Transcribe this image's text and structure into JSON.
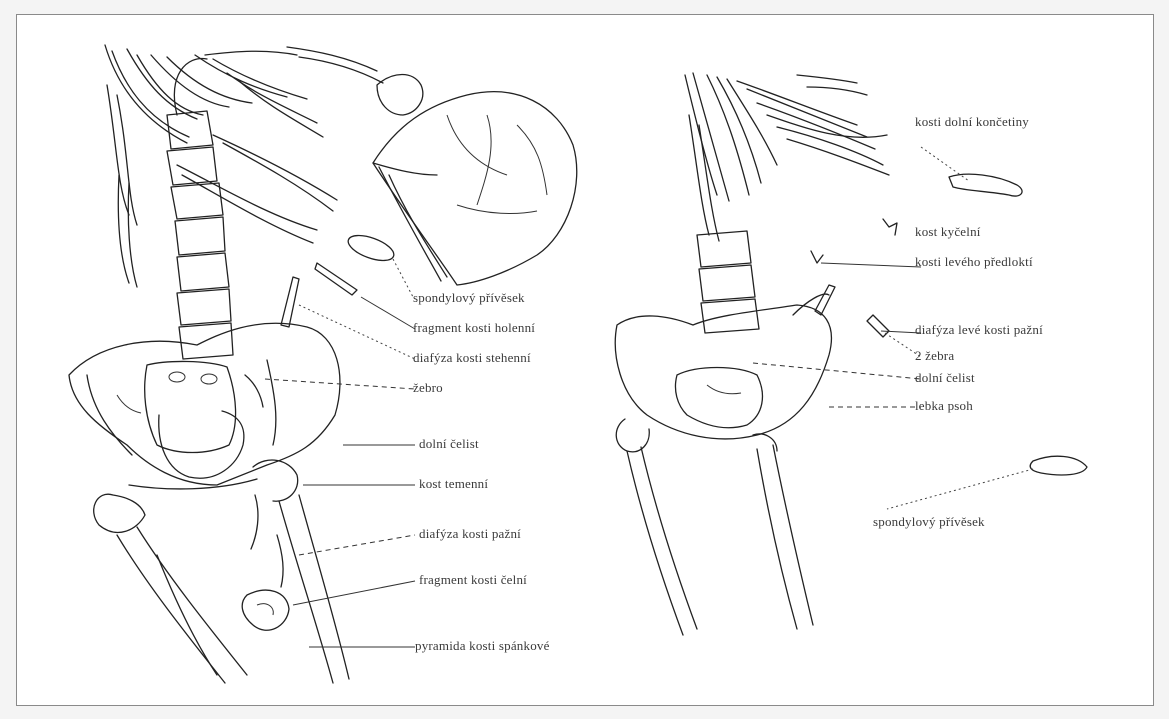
{
  "left_panel": {
    "labels": [
      "spondylový přívěsek",
      "fragment kosti holenní",
      "diafýza kosti stehenní",
      "žebro",
      "dolní čelist",
      "kost temenní",
      "diafýza kosti pažní",
      "fragment kosti čelní",
      "pyramida kosti spánkové"
    ]
  },
  "right_panel": {
    "labels": [
      "kosti dolní končetiny",
      "kost kyčelní",
      "kosti levého předloktí",
      "diafýza levé kosti pažní",
      "2 žebra",
      "dolní čelist",
      "lebka psoh",
      "spondylový přívěsek"
    ]
  }
}
